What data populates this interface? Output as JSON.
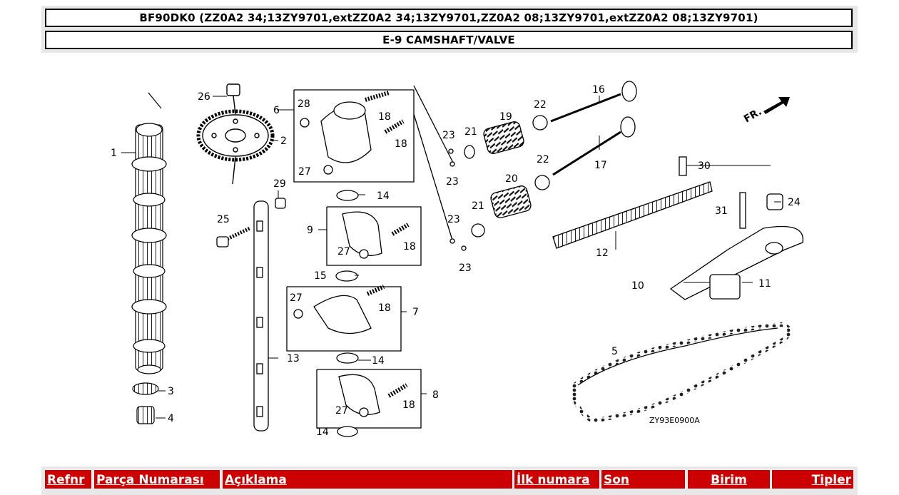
{
  "header": {
    "model": "BF90DK0 (ZZ0A2 34;13ZY9701,extZZ0A2 34;13ZY9701,ZZ0A2 08;13ZY9701,extZZ0A2 08;13ZY9701)",
    "section": "E-9 CAMSHAFT/VALVE"
  },
  "diagram": {
    "image_code": "ZY93E0900A",
    "direction_label": "FR.",
    "callouts": [
      "1",
      "2",
      "3",
      "4",
      "5",
      "6",
      "7",
      "8",
      "9",
      "10",
      "11",
      "12",
      "13",
      "14",
      "14",
      "14",
      "15",
      "16",
      "17",
      "18",
      "18",
      "18",
      "18",
      "18",
      "19",
      "20",
      "21",
      "21",
      "22",
      "22",
      "23",
      "23",
      "23",
      "23",
      "24",
      "25",
      "26",
      "27",
      "27",
      "27",
      "27",
      "28",
      "29",
      "30",
      "31"
    ]
  },
  "table": {
    "columns": [
      "Refnr",
      "Parça Numarası",
      "Açıklama",
      "İlk numara",
      "Son",
      "Birim",
      "Tipler"
    ]
  }
}
